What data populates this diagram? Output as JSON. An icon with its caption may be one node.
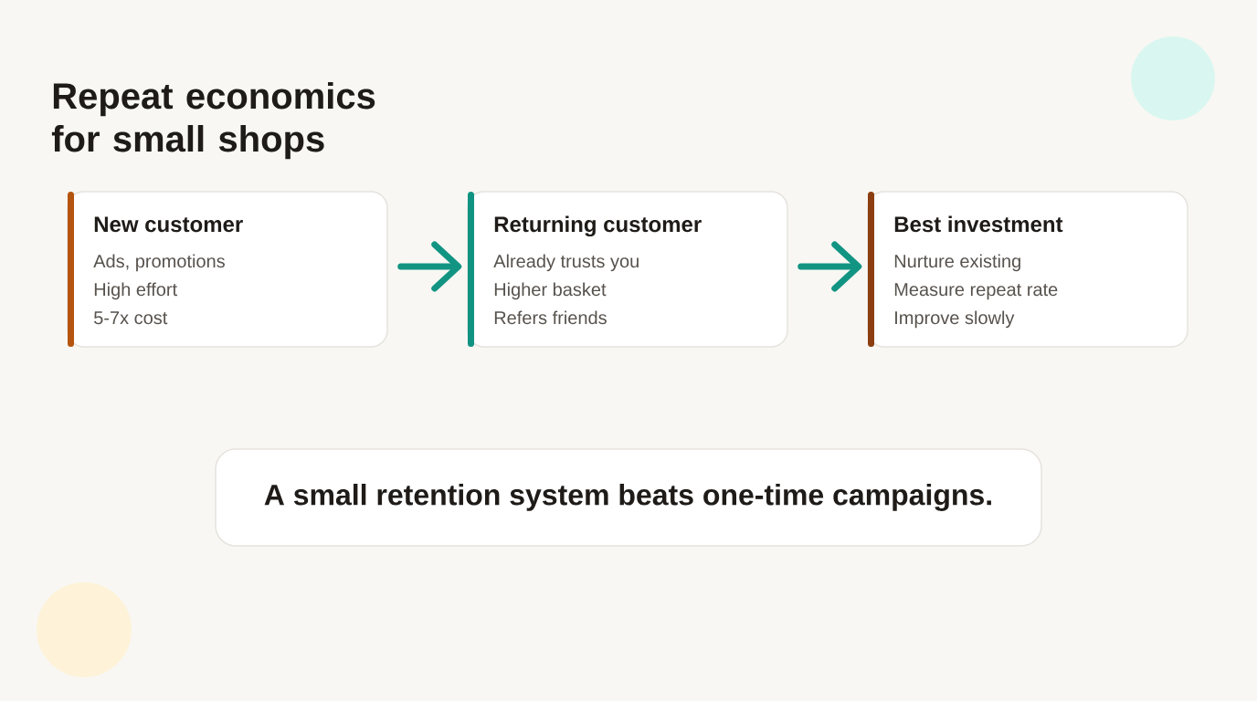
{
  "diagram": {
    "title": "Repeat economics for small shops",
    "nodes": [
      {
        "text": [
          "New customer",
          "Ads, promotions",
          "High effort",
          "5-7x cost"
        ]
      },
      {
        "text": [
          "Returning customer",
          "Already trusts you",
          "Higher basket",
          "Refers friends"
        ]
      },
      {
        "text": [
          "Best investment",
          "Nurture existing",
          "Measure repeat rate",
          "Improve slowly"
        ]
      },
      {
        "text": [
          "A small retention system beats one-time campaigns."
        ]
      }
    ],
    "edges": [
      {
        "from": 0,
        "to": 1,
        "arrow": "to"
      },
      {
        "from": 1,
        "to": 2,
        "arrow": "to"
      }
    ]
  }
}
